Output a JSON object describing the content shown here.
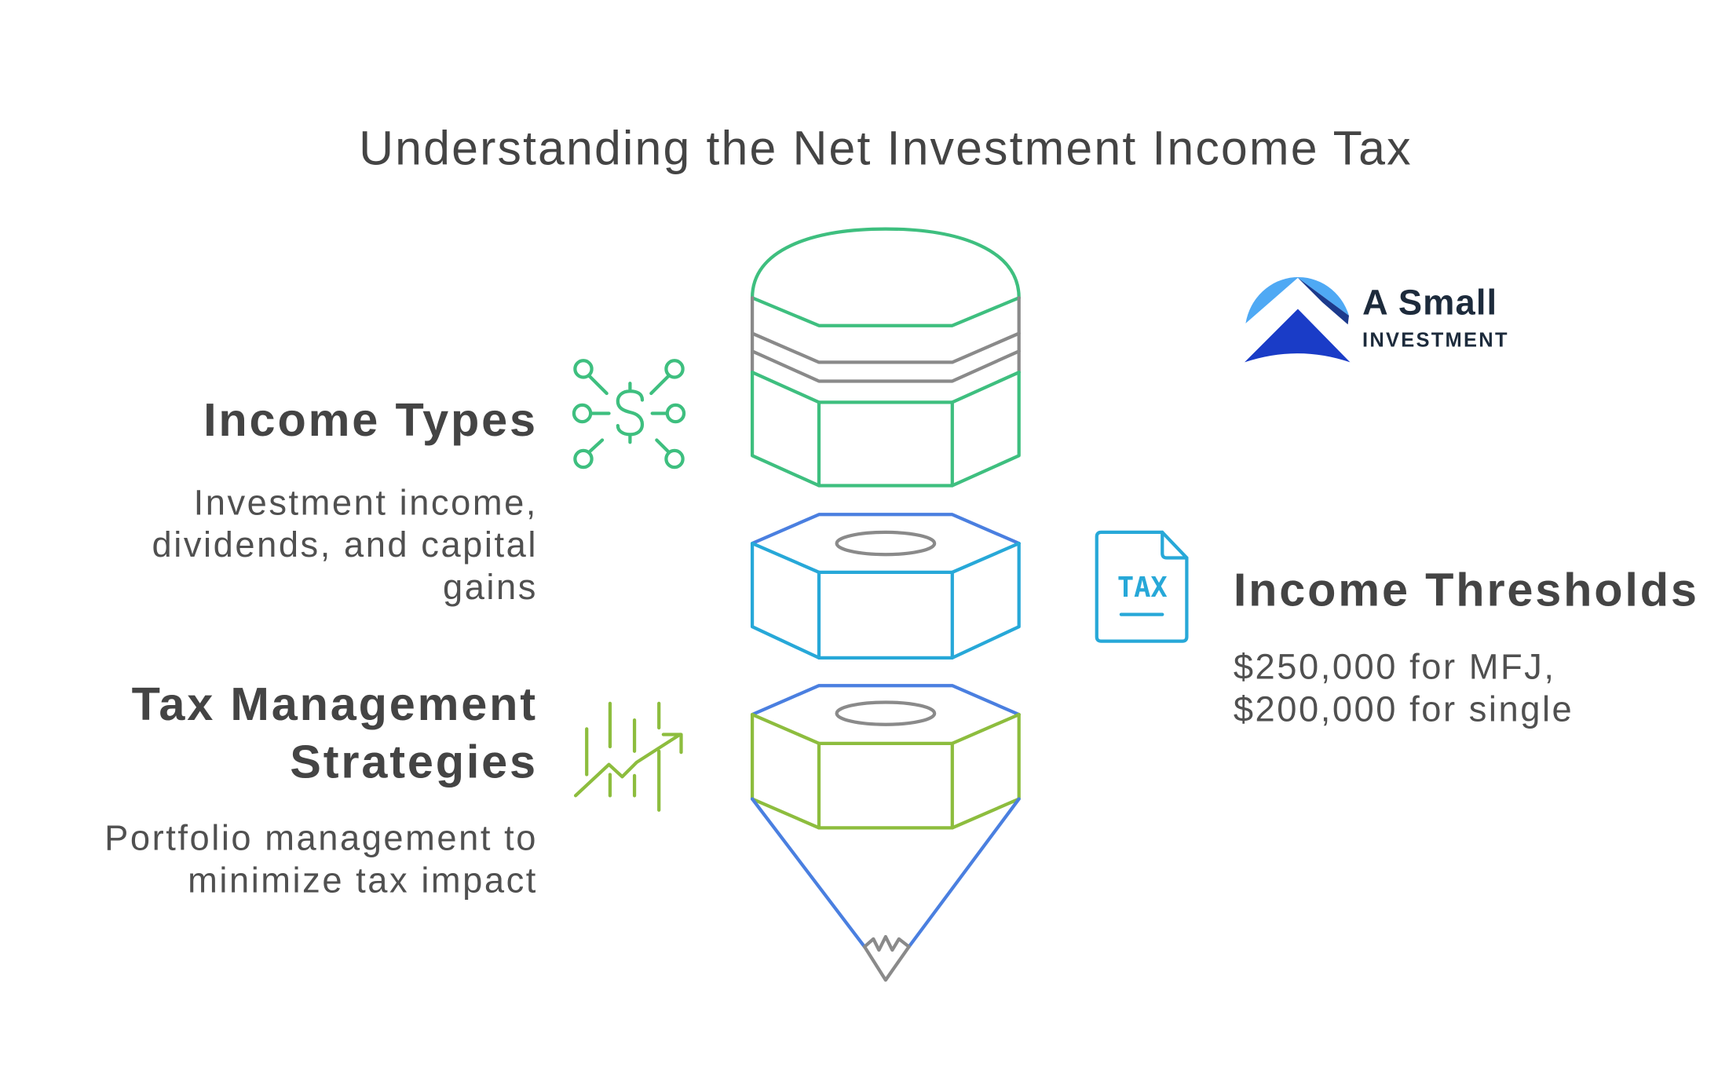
{
  "title": "Understanding the Net Investment Income Tax",
  "logo": {
    "icon": "mountain-logo-icon",
    "line1": "A Small",
    "line2": "INVESTMENT"
  },
  "sections": {
    "income_types": {
      "heading": "Income Types",
      "description_lines": [
        "Investment income,",
        "dividends, and capital",
        "gains"
      ],
      "icon": "dollar-network-icon"
    },
    "tax_management": {
      "heading_lines": [
        "Tax Management",
        "Strategies"
      ],
      "description_lines": [
        "Portfolio management to",
        "minimize tax impact"
      ],
      "icon": "growth-chart-icon"
    },
    "income_thresholds": {
      "heading": "Income Thresholds",
      "description_lines": [
        "$250,000 for MFJ,",
        "$200,000 for single"
      ],
      "icon": "tax-document-icon",
      "icon_label": "TAX"
    }
  },
  "colors": {
    "green": "#3ebf7f",
    "blue": "#4a7fe0",
    "cyan": "#27a8d8",
    "lime": "#8dbd3e",
    "gray": "#8a8a8a",
    "heading": "#444444",
    "body": "#505050",
    "logo_light": "#4fa9f4",
    "logo_dark": "#1a3cc7",
    "logo_navy": "#1c3a8c",
    "logo_text": "#1d2b3c"
  }
}
